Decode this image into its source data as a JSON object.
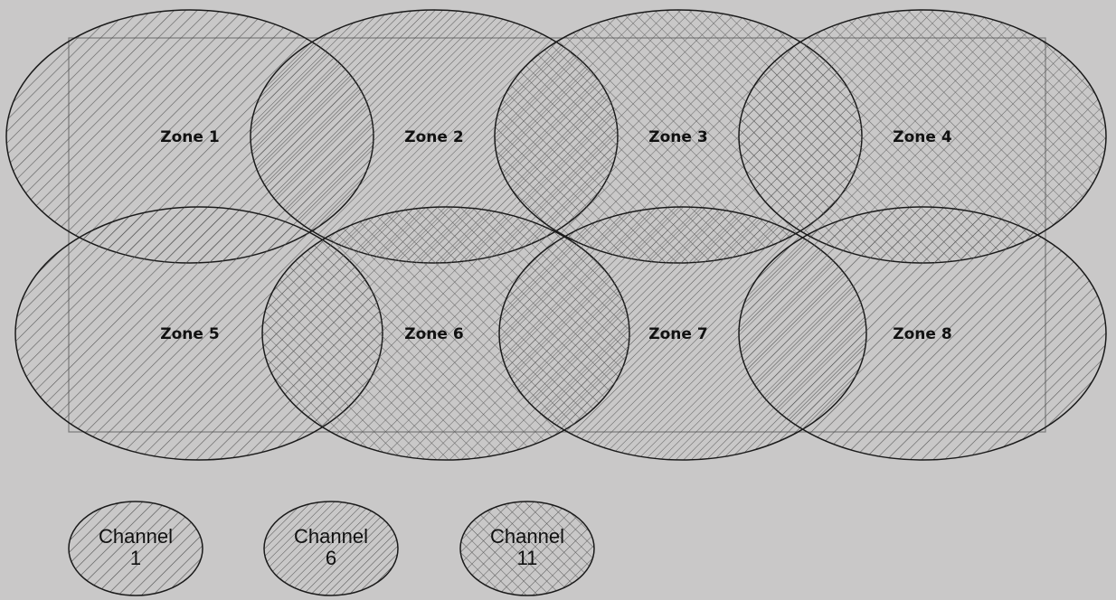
{
  "zones": [
    {
      "label": "Zone 1",
      "channel": "1"
    },
    {
      "label": "Zone 2",
      "channel": "6"
    },
    {
      "label": "Zone 3",
      "channel": "11"
    },
    {
      "label": "Zone 4",
      "channel": "11"
    },
    {
      "label": "Zone 5",
      "channel": "1"
    },
    {
      "label": "Zone 6",
      "channel": "11"
    },
    {
      "label": "Zone 7",
      "channel": "6"
    },
    {
      "label": "Zone 8",
      "channel": "1"
    }
  ],
  "legend": [
    {
      "line1": "Channel",
      "line2": "1",
      "pattern": "single-hatch"
    },
    {
      "line1": "Channel",
      "line2": "6",
      "pattern": "dense-hatch"
    },
    {
      "line1": "Channel",
      "line2": "11",
      "pattern": "cross-hatch"
    }
  ],
  "colors": {
    "background": "#c9c8c8",
    "outline": "#1a1a1a",
    "hatch": "#555555"
  }
}
